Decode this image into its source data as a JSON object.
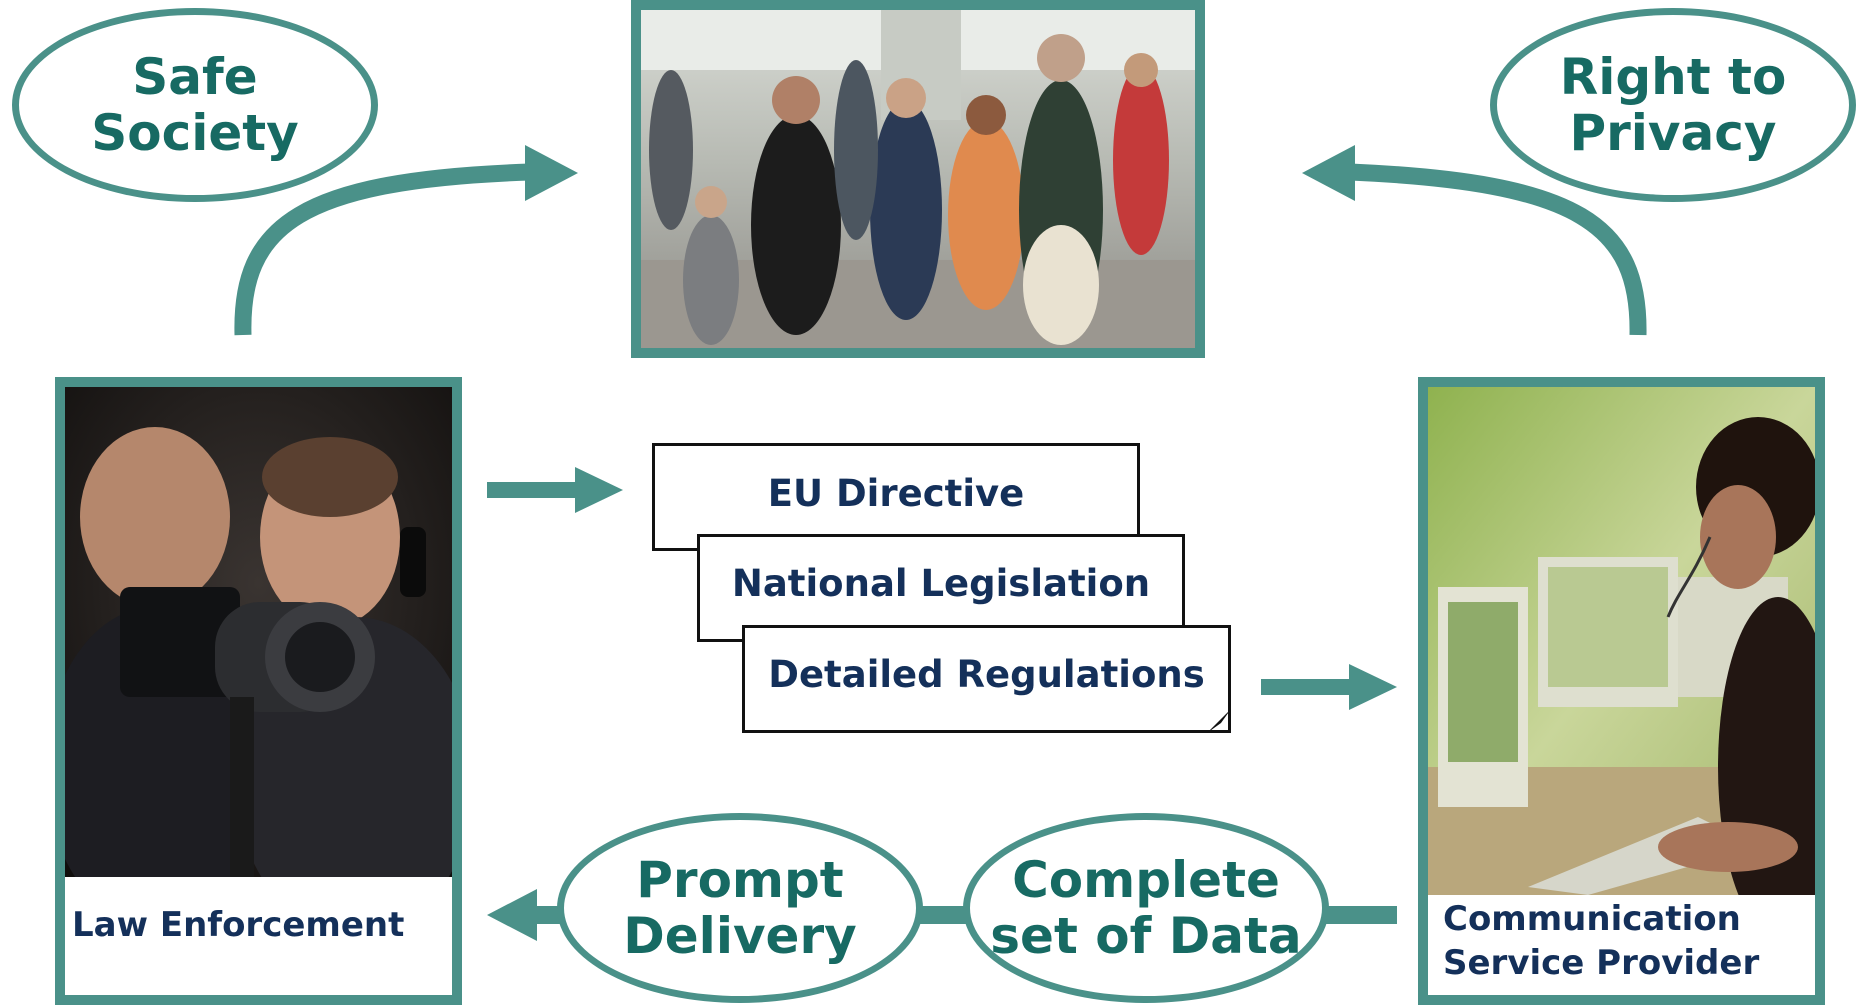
{
  "colors": {
    "teal_border": "#4a9189",
    "teal_text": "#176a63",
    "navy_text": "#14305a"
  },
  "ellipses": {
    "safe_society": "Safe\nSociety",
    "right_to_privacy": "Right to\nPrivacy",
    "prompt_delivery": "Prompt\nDelivery",
    "complete_data": "Complete\nset of Data"
  },
  "documents": {
    "eu_directive": "EU Directive",
    "national_legislation": "National Legislation",
    "detailed_regulations": "Detailed Regulations"
  },
  "photos": {
    "crowd": {
      "subject": "crowd-of-people-photo"
    },
    "law_enforcement": {
      "caption": "Law Enforcement",
      "subject": "surveillance-photographers-photo"
    },
    "csp": {
      "caption": "Communication\nService Provider",
      "subject": "call-center-operator-photo"
    }
  }
}
